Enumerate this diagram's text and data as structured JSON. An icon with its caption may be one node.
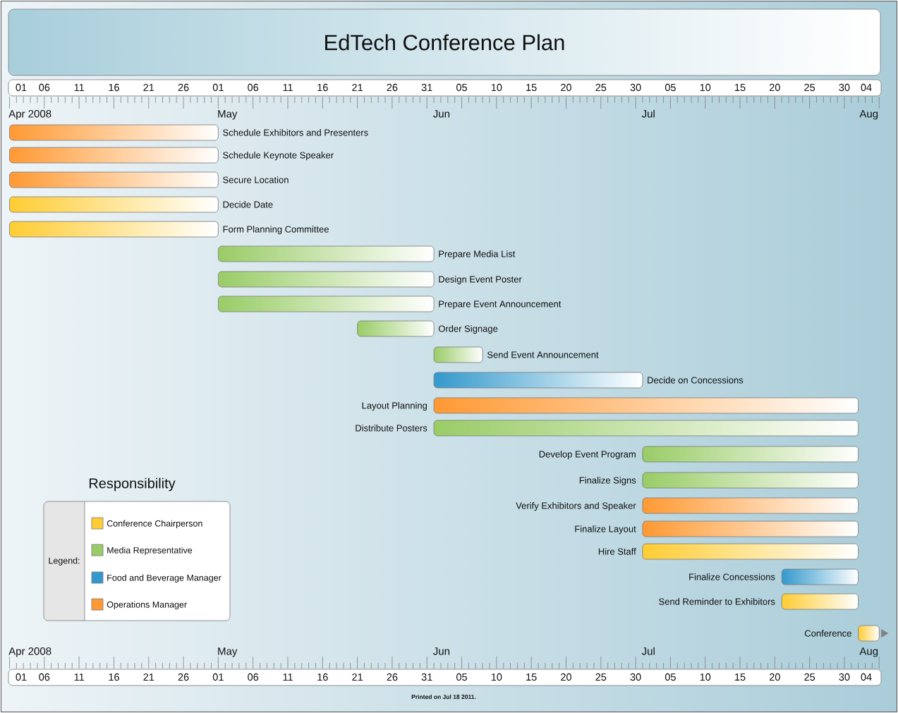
{
  "diagram": {
    "title": "EdTech Conference Plan",
    "nodes": [
      {
        "text": [],
        "shape": "bar",
        "beside": [
          "Schedule Exhibitors and Presenters"
        ]
      },
      {
        "text": [],
        "shape": "bar",
        "beside": [
          "Schedule Keynote Speaker"
        ]
      },
      {
        "text": [],
        "shape": "bar",
        "beside": [
          "Secure Location"
        ]
      },
      {
        "text": [],
        "shape": "bar",
        "beside": [
          "Decide Date"
        ]
      },
      {
        "text": [],
        "shape": "bar",
        "beside": [
          "Form Planning Committee"
        ]
      },
      {
        "text": [],
        "shape": "bar",
        "beside": [
          "Prepare Media List"
        ]
      },
      {
        "text": [],
        "shape": "bar",
        "beside": [
          "Design Event Poster"
        ]
      },
      {
        "text": [],
        "shape": "bar",
        "beside": [
          "Prepare Event Announcement"
        ]
      },
      {
        "text": [],
        "shape": "bar",
        "beside": [
          "Order Signage"
        ]
      },
      {
        "text": [],
        "shape": "bar",
        "beside": [
          "Send Event Announcement"
        ]
      },
      {
        "text": [],
        "shape": "bar",
        "beside": [
          "Decide on Concessions"
        ]
      },
      {
        "text": [],
        "shape": "bar",
        "beside": [
          "Layout Planning"
        ]
      },
      {
        "text": [],
        "shape": "bar",
        "beside": [
          "Distribute Posters"
        ]
      },
      {
        "text": [],
        "shape": "bar",
        "beside": [
          "Develop Event Program"
        ]
      },
      {
        "text": [],
        "shape": "bar",
        "beside": [
          "Finalize Signs"
        ]
      },
      {
        "text": [],
        "shape": "bar",
        "beside": [
          "Verify Exhibitors and Speaker"
        ]
      },
      {
        "text": [],
        "shape": "bar",
        "beside": [
          "Finalize Layout"
        ]
      },
      {
        "text": [],
        "shape": "bar",
        "beside": [
          "Hire Staff"
        ]
      },
      {
        "text": [],
        "shape": "bar",
        "beside": [
          "Finalize Concessions"
        ]
      },
      {
        "text": [],
        "shape": "bar",
        "beside": [
          "Send Reminder to Exhibitors"
        ]
      },
      {
        "text": [],
        "shape": "bar",
        "beside": [
          "Conference"
        ]
      }
    ],
    "labels": [
      "01",
      "06",
      "11",
      "16",
      "21",
      "26",
      "01",
      "06",
      "11",
      "16",
      "21",
      "26",
      "31",
      "05",
      "10",
      "15",
      "20",
      "25",
      "30",
      "05",
      "10",
      "15",
      "20",
      "25",
      "30",
      "04",
      "Apr 2008",
      "May",
      "Jun",
      "Jul",
      "Aug",
      "Responsibility",
      "Legend:",
      "Apr 2008",
      "May",
      "Jun",
      "Jul",
      "Aug",
      "01",
      "06",
      "11",
      "16",
      "21",
      "26",
      "01",
      "06",
      "11",
      "16",
      "21",
      "26",
      "31",
      "05",
      "10",
      "15",
      "20",
      "25",
      "30",
      "05",
      "10",
      "15",
      "20",
      "25",
      "30",
      "04",
      "Printed on Jul 18 2011."
    ],
    "legend": [
      {
        "text": "Conference Chairperson",
        "color": "#ffcc33"
      },
      {
        "text": "Media Representative",
        "color": "#99cc66"
      },
      {
        "text": "Food and Beverage Manager",
        "color": "#3399cc"
      },
      {
        "text": "Operations Manager",
        "color": "#ff9933"
      }
    ]
  }
}
